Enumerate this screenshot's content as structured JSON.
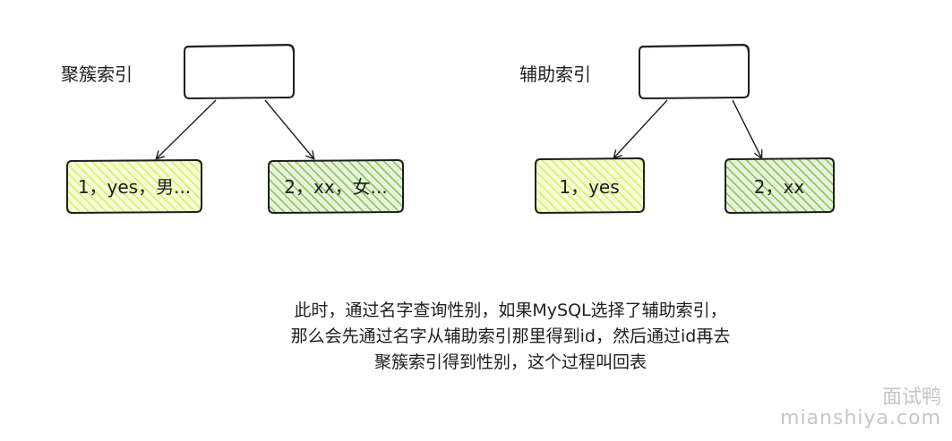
{
  "left_tree": {
    "title": "聚簇索引",
    "left_leaf": "1，yes，男...",
    "right_leaf": "2，xx，女..."
  },
  "right_tree": {
    "title": "辅助索引",
    "left_leaf": "1，yes",
    "right_leaf": "2，xx"
  },
  "caption": {
    "line1": "此时，通过名字查询性别，如果MySQL选择了辅助索引，",
    "line2": "那么会先通过名字从辅助索引那里得到id，然后通过id再去",
    "line3": "聚簇索引得到性别，这个过程叫回表"
  },
  "watermark": {
    "cn": "面试鸭",
    "en": "mianshiya.com"
  },
  "colors": {
    "stroke": "#1e1e1e",
    "yellow_fill": "#d8f05a",
    "green_fill": "#86c24c"
  }
}
